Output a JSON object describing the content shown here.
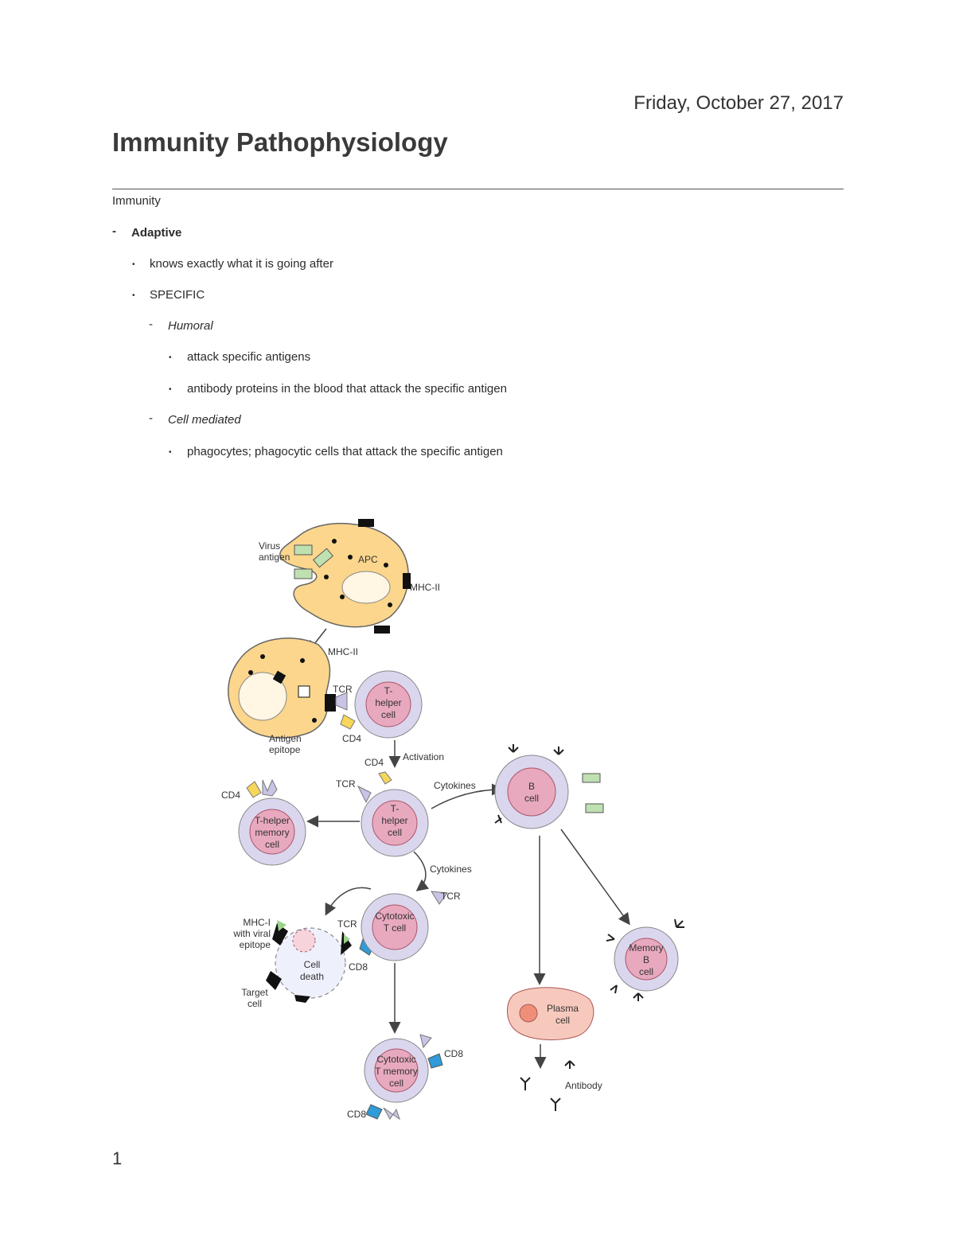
{
  "header": {
    "date": "Friday, October 27, 2017",
    "title": "Immunity Pathophysiology"
  },
  "notes": {
    "section": "Immunity",
    "level1": {
      "marker": "-",
      "text": "Adaptive"
    },
    "bullets": [
      "knows exactly what it is going after",
      "SPECIFIC"
    ],
    "humoral": {
      "marker": "-",
      "text": "Humoral",
      "bullets": [
        "attack specific antigens",
        "antibody proteins in the blood that attack the specific antigen"
      ]
    },
    "cell_mediated": {
      "marker": "-",
      "text": "Cell mediated",
      "bullets": [
        "phagocytes; phagocytic cells that attack the specific antigen"
      ]
    },
    "bullet_marker": "•"
  },
  "diagram": {
    "labels": {
      "virus_antigen_1": "Virus",
      "virus_antigen_2": "antigen",
      "apc": "APC",
      "mhc_ii_top": "MHC-II",
      "mhc_ii_mid": "MHC-II",
      "tcr_1": "TCR",
      "t_helper_1a": "T-",
      "t_helper_1b": "helper",
      "t_helper_1c": "cell",
      "antigen_epitope_1": "Antigen",
      "antigen_epitope_2": "epitope",
      "cd4_1": "CD4",
      "activation": "Activation",
      "cd4_2": "CD4",
      "tcr_2": "TCR",
      "cytokines_1": "Cytokines",
      "b_cell_a": "B",
      "b_cell_b": "cell",
      "cd4_3": "CD4",
      "th_memory_a": "T-helper",
      "th_memory_b": "memory",
      "th_memory_c": "cell",
      "t_helper_2a": "T-",
      "t_helper_2b": "helper",
      "t_helper_2c": "cell",
      "cytokines_2": "Cytokines",
      "tcr_3": "TCR",
      "cytotoxic_a": "Cytotoxic",
      "cytotoxic_b": "T cell",
      "mhc_i_a": "MHC-I",
      "mhc_i_b": "with viral",
      "mhc_i_c": "epitope",
      "tcr_4": "TCR",
      "cell_death_a": "Cell",
      "cell_death_b": "death",
      "cd8_1": "CD8",
      "target_a": "Target",
      "target_b": "cell",
      "memory_b_a": "Memory",
      "memory_b_b": "B",
      "memory_b_c": "cell",
      "plasma_a": "Plasma",
      "plasma_b": "cell",
      "cd8_2": "CD8",
      "ctm_a": "Cytotoxic",
      "ctm_b": "T memory",
      "ctm_c": "cell",
      "antibody": "Antibody",
      "cd8_3": "CD8"
    }
  },
  "footer": {
    "page_number": "1"
  }
}
